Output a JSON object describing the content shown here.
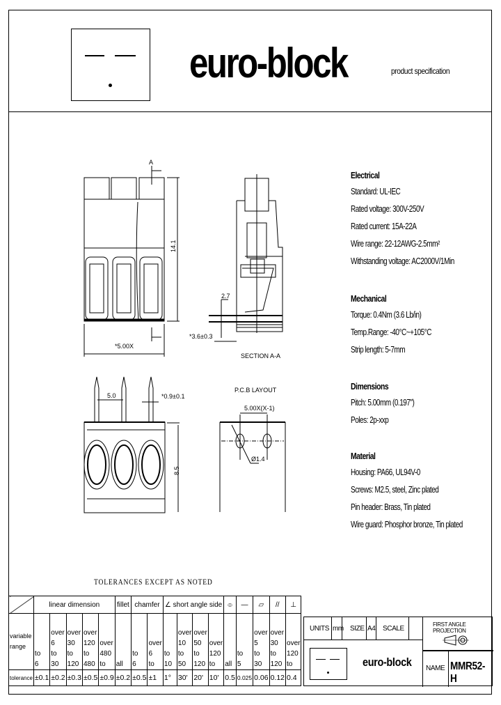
{
  "header": {
    "brand": "euro-block",
    "subtitle": "product specification"
  },
  "specs": {
    "electrical": {
      "title": "Electrical",
      "items": [
        "Standard: UL-IEC",
        "Rated voltage: 300V-250V",
        "Rated current: 15A-22A",
        "Wire range: 22-12AWG-2.5mm²",
        "Withstanding voltage: AC2000V/1Min"
      ]
    },
    "mechanical": {
      "title": "Mechanical",
      "items": [
        "Torque: 0.4Nm (3.6 Lb/in)",
        "Temp.Range: -40°C~+105°C",
        "Strip length: 5-7mm"
      ]
    },
    "dimensions": {
      "title": "Dimensions",
      "items": [
        "Pitch: 5.00mm (0.197\")",
        "Poles: 2p-xxp"
      ]
    },
    "material": {
      "title": "Material",
      "items": [
        "Housing: PA66, UL94V-0",
        "Screws: M2.5, steel, Zinc plated",
        "Pin header: Brass, Tin plated",
        "Wire guard: Phosphor bronze, Tin plated"
      ]
    }
  },
  "drawings": {
    "front": {
      "section_mark": "A",
      "height_dim": "14.1",
      "width_dim": "*5.00X"
    },
    "section": {
      "dim_top": "2.7",
      "dim_side": "*3.6±0.3",
      "label": "SECTION A-A"
    },
    "pins": {
      "pitch_dim": "5.0",
      "pin_dim": "*0.9±0.1",
      "height_dim": "8.5"
    },
    "pcb": {
      "title": "P.C.B LAYOUT",
      "pitch_dim": "5.00X(X-1)",
      "hole_dim": "Ø1.4"
    }
  },
  "tolerances": {
    "title": "TOLERANCES EXCEPT AS NOTED",
    "headers": [
      "linear dimension",
      "fillet",
      "chamfer",
      "∠ short angle side",
      "⌯",
      "—",
      "▱",
      "//",
      "⊥"
    ],
    "range_label": "variable range",
    "ranges": [
      "to\n6",
      "over\n6\nto\n30",
      "over\n30\nto\n120",
      "over\n120\nto\n480",
      "over\n480\nto",
      "all",
      "to\n6",
      "over\n6\nto",
      "to\n10",
      "over\n10\nto\n50",
      "over\n50\nto\n120",
      "over\n120\nto",
      "all",
      "to\n5",
      "over\n5\nto\n30",
      "over\n30\nto\n120",
      "over\n120\nto"
    ],
    "tolerance_label": "tolerance",
    "values": [
      "±0.1",
      "±0.2",
      "±0.3",
      "±0.5",
      "±0.9",
      "±0.2",
      "±0.5",
      "±1",
      "1°",
      "30'",
      "20'",
      "10'",
      "0.5",
      "0.025",
      "0.06",
      "0.12",
      "0.4"
    ]
  },
  "title_block": {
    "units_label": "UNITS",
    "units": "mm",
    "size_label": "SIZE",
    "size": "A4",
    "scale_label": "SCALE",
    "scale": "",
    "projection": "FIRST ANGLE PROJECTION",
    "brand": "euro-block",
    "name_label": "NAME",
    "name": "MMR52-H"
  }
}
